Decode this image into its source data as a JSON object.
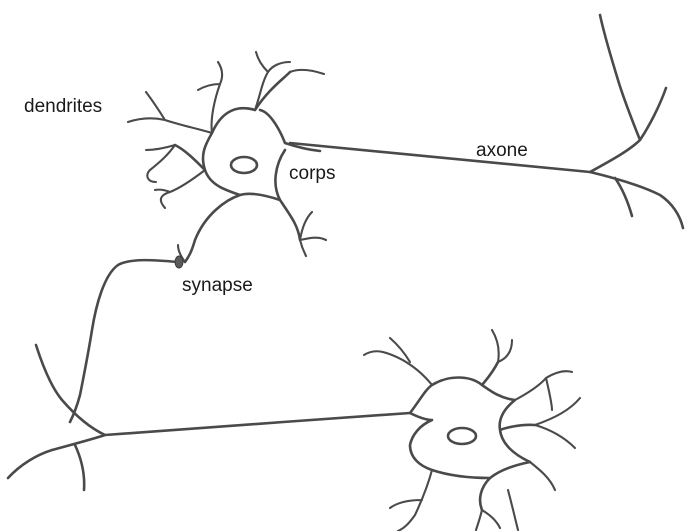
{
  "labels": {
    "dendrites": "dendrites",
    "body": "corps",
    "axon": "axone",
    "synapse": "synapse"
  },
  "colors": {
    "stroke": "#4a4a4a",
    "text": "#1a1a1a",
    "background": "#ffffff"
  }
}
